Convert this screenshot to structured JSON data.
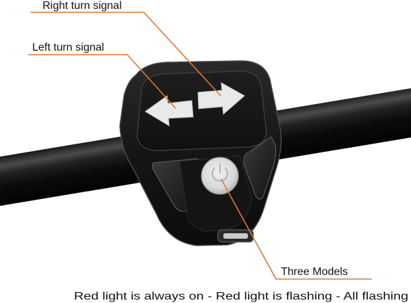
{
  "labels": {
    "right_turn": "Right turn signal",
    "left_turn": "Left turn signal",
    "three_models": "Three Models"
  },
  "caption": "Red light is always on - Red light is flashing - All flashing",
  "colors": {
    "callout": "#e2772f",
    "device_body": "#161616",
    "handlebar": "#0b0b0b",
    "button": "#dcdcdc",
    "arrows": "#e9e9e9"
  },
  "icons": {
    "left": "left-arrow-icon",
    "right": "right-arrow-icon",
    "power": "power-icon"
  }
}
